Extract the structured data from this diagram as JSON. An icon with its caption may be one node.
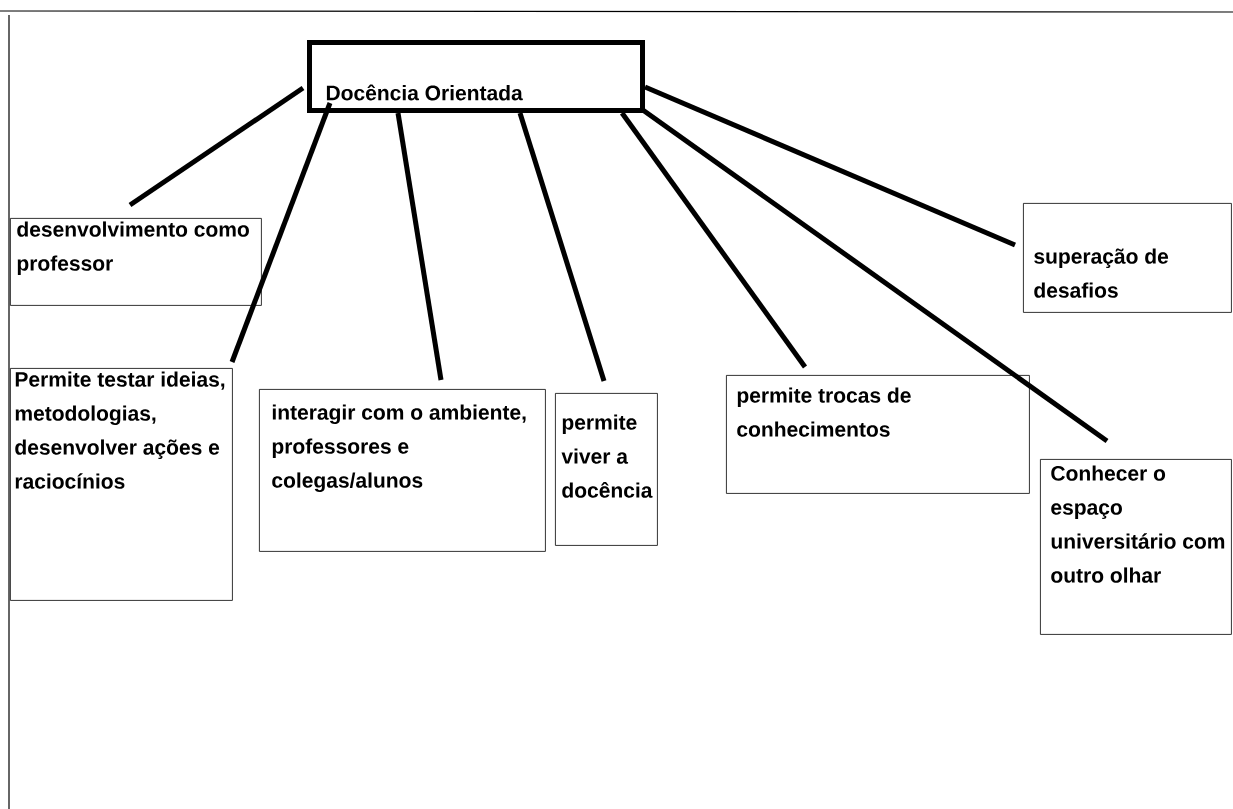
{
  "diagram": {
    "nodes": [
      {
        "text": [
          "Docência Orientada"
        ]
      },
      {
        "text": [
          "desenvolvimento como professor"
        ]
      },
      {
        "text": [
          "Permite testar ideias, metodologias, desenvolver ações e raciocínios"
        ]
      },
      {
        "text": [
          "interagir com o ambiente, professores e colegas/alunos"
        ]
      },
      {
        "text": [
          "permite viver a docência"
        ]
      },
      {
        "text": [
          "permite trocas de conhecimentos"
        ]
      },
      {
        "text": [
          "superação de desafios"
        ]
      },
      {
        "text": [
          "Conhecer o espaço universitário com outro olhar"
        ]
      }
    ],
    "edges": [
      {
        "from": 0,
        "to": 1,
        "arrow": "none"
      },
      {
        "from": 0,
        "to": 2,
        "arrow": "none"
      },
      {
        "from": 0,
        "to": 3,
        "arrow": "none"
      },
      {
        "from": 0,
        "to": 4,
        "arrow": "none"
      },
      {
        "from": 0,
        "to": 5,
        "arrow": "none"
      },
      {
        "from": 0,
        "to": 7,
        "arrow": "none"
      },
      {
        "from": 0,
        "to": 6,
        "arrow": "none"
      }
    ]
  }
}
